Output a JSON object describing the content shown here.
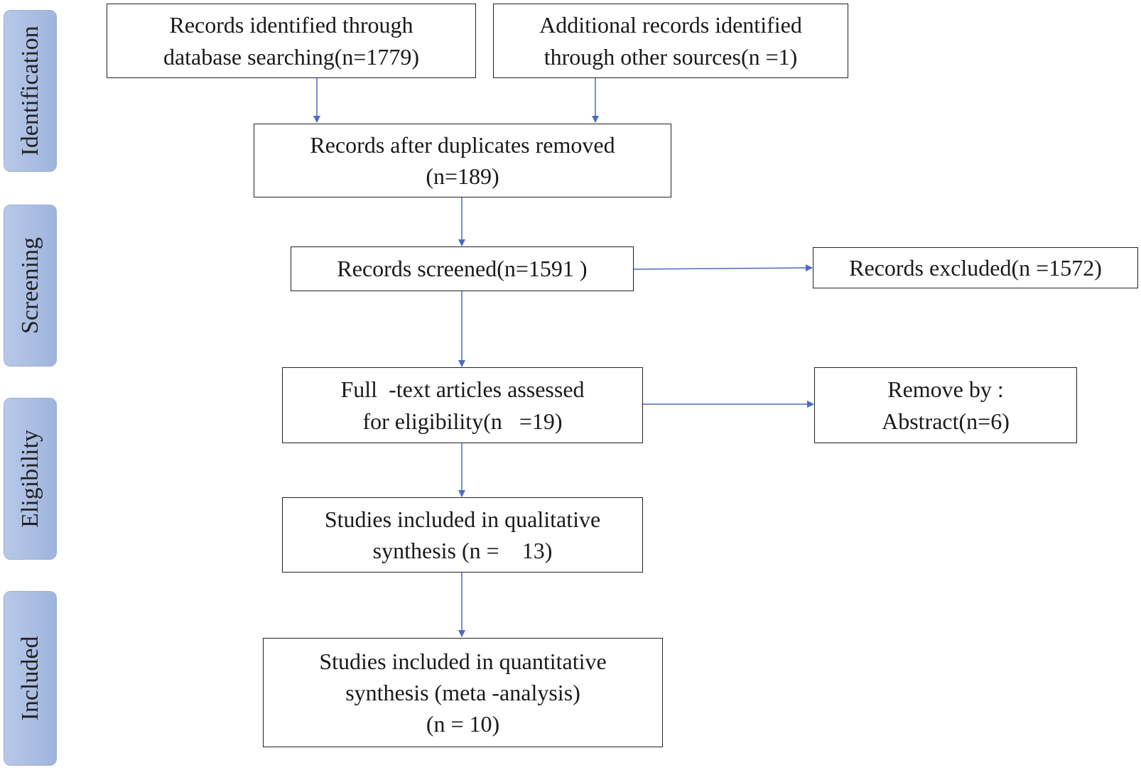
{
  "phases": [
    "Identification",
    "Screening",
    "Eligibility",
    "Included"
  ],
  "boxes": {
    "db_search": [
      "Records identified through",
      "database searching(n=1779)"
    ],
    "other_sources": [
      "Additional records identified",
      "through other sources(n =1)"
    ],
    "duplicates": [
      "Records after duplicates removed",
      "(n=189)"
    ],
    "screened": [
      "Records screened(n=1591 )"
    ],
    "excluded": [
      "Records excluded(n =1572)"
    ],
    "fulltext": [
      "Full  -text articles assessed",
      "for eligibility(n   =19)"
    ],
    "removed": [
      "Remove by :",
      "Abstract(n=6)"
    ],
    "qualitative": [
      "Studies included in qualitative",
      "synthesis (n =    13)"
    ],
    "quantitative": [
      "Studies included in quantitative",
      "synthesis (meta -analysis)",
      "(n = 10)"
    ]
  },
  "colors": {
    "arrow": "#4a6bc4",
    "phase_fill": "#a9bde2",
    "box_border": "#222222"
  }
}
